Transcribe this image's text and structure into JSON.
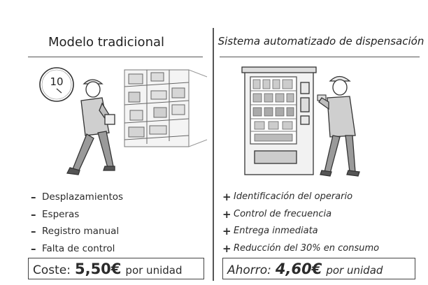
{
  "left": {
    "title": "Modelo tradicional",
    "clock_value": "10",
    "items": [
      {
        "mark": "–",
        "text": "Desplazamientos"
      },
      {
        "mark": "–",
        "text": "Esperas"
      },
      {
        "mark": "–",
        "text": "Registro manual"
      },
      {
        "mark": "–",
        "text": "Falta de control"
      }
    ],
    "cost_label": "Coste:",
    "cost_value": "5,50€",
    "cost_unit": "por unidad"
  },
  "right": {
    "title": "Sistema automatizado de dispensación",
    "items": [
      {
        "mark": "+",
        "text": "Identificación del operario"
      },
      {
        "mark": "+",
        "text": "Control de frecuencia"
      },
      {
        "mark": "+",
        "text": "Entrega inmediata"
      },
      {
        "mark": "+",
        "text": "Reducción del 30% en consumo"
      }
    ],
    "cost_label": "Ahorro:",
    "cost_value": "4,60€",
    "cost_unit": "por unidad"
  },
  "colors": {
    "ink": "#2b2b2b",
    "paper": "#ffffff",
    "shade": "#c8c8c8"
  },
  "icons": [
    "clock-icon",
    "worker-illustration",
    "shelving-illustration",
    "vending-machine-illustration"
  ]
}
